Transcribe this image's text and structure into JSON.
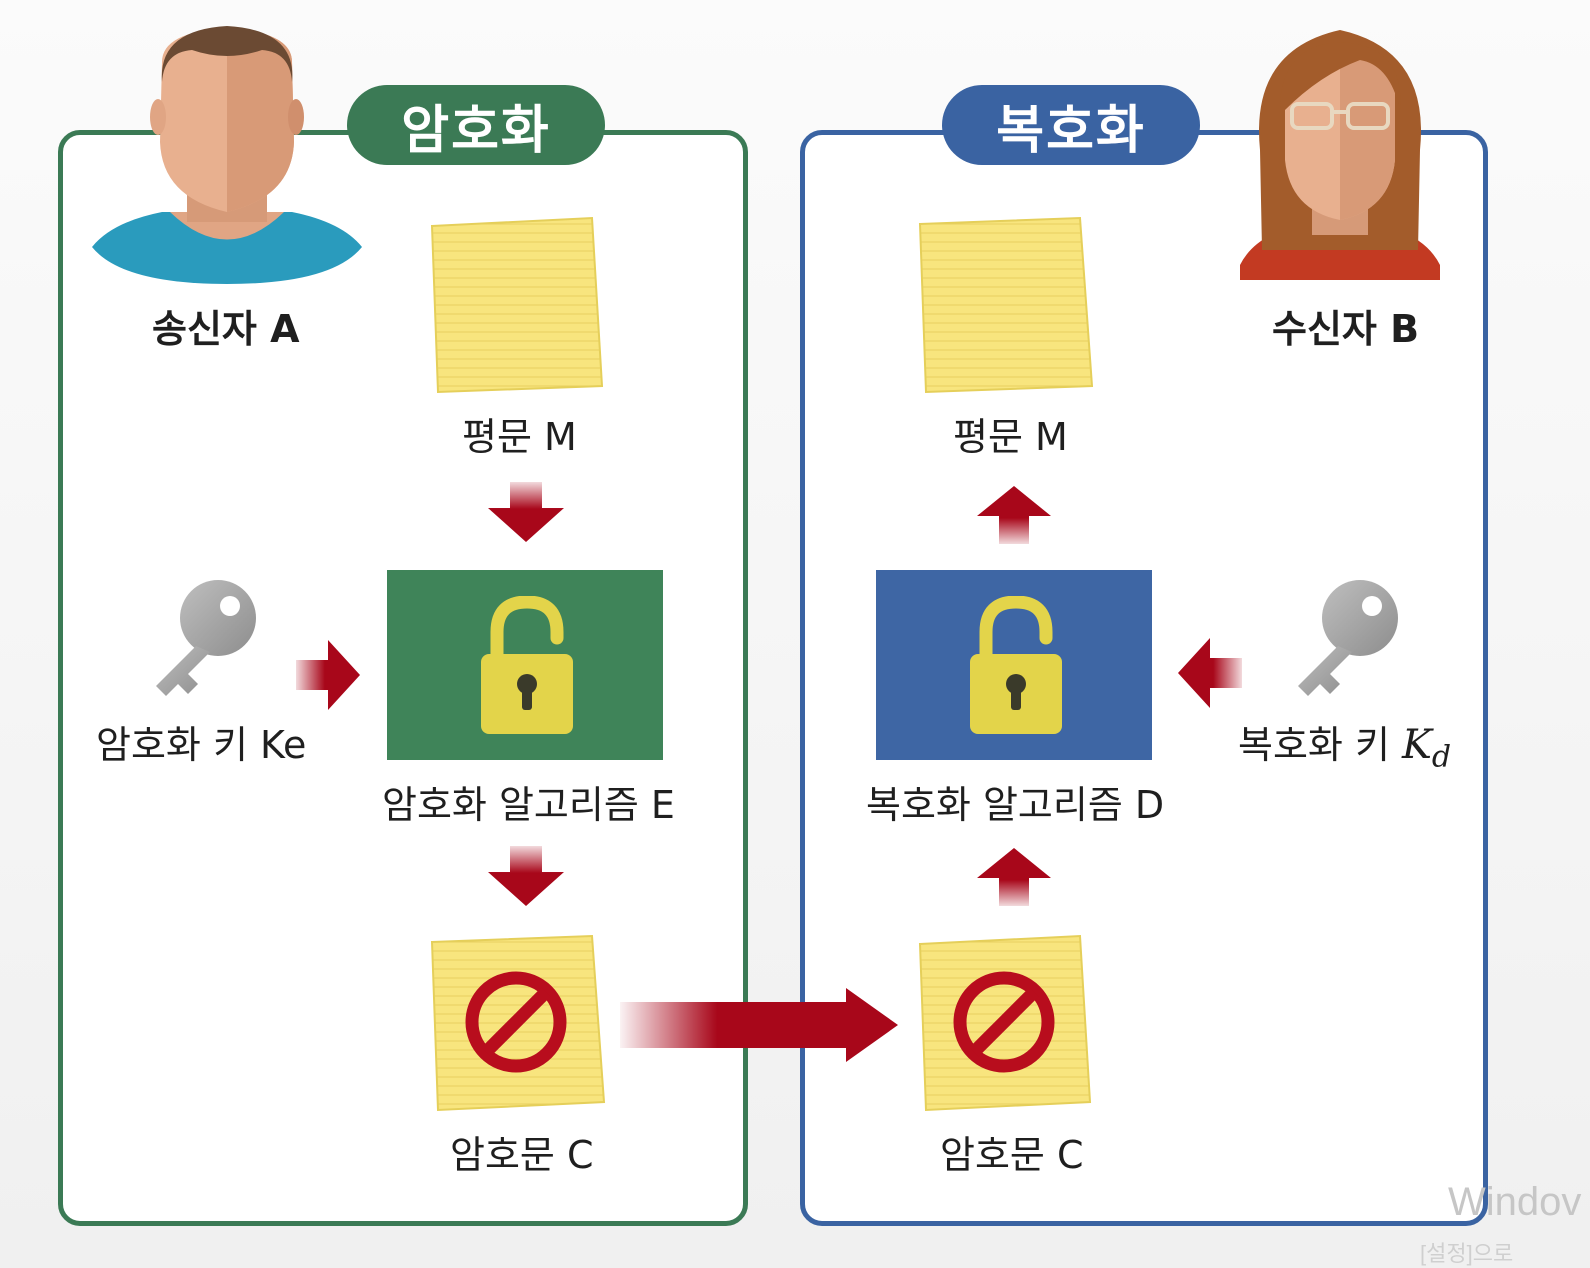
{
  "encryption": {
    "title": "암호화",
    "sender_label": "송신자 A",
    "plaintext_label": "평문 M",
    "key_label": "암호화 키 Ke",
    "algorithm_label": "암호화 알고리즘 E",
    "ciphertext_label": "암호문 C"
  },
  "decryption": {
    "title": "복호화",
    "receiver_label": "수신자 B",
    "plaintext_label": "평문 M",
    "key_label_prefix": "복호화 키 ",
    "key_symbol": "K",
    "key_subscript": "d",
    "algorithm_label": "복호화 알고리즘 D",
    "ciphertext_label": "암호문 C"
  },
  "colors": {
    "encryption_green": "#3b7a55",
    "decryption_blue": "#3a63a2",
    "arrow_red": "#a8071a",
    "lock_yellow": "#e3d44a",
    "note_yellow": "#f8e57e"
  },
  "watermark": {
    "line1": "Windov",
    "line2": "[설정]으로"
  }
}
